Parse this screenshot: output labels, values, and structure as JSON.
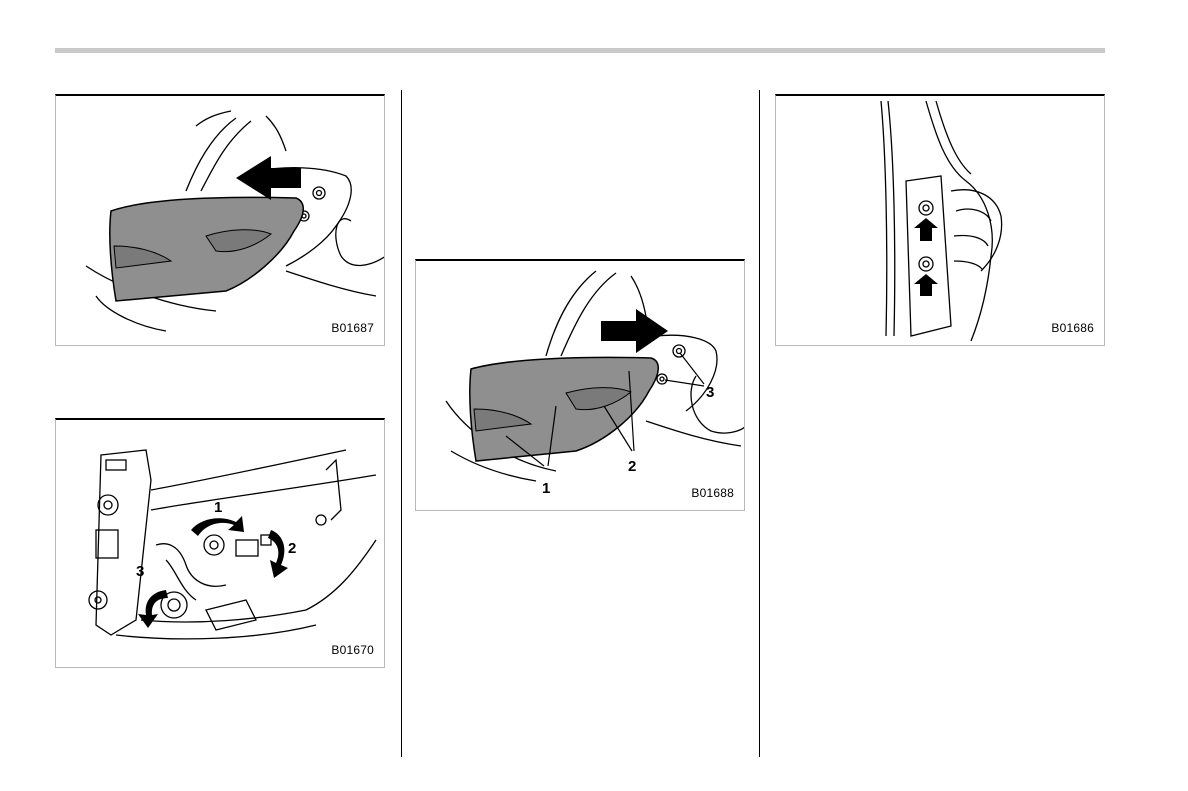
{
  "figures": [
    {
      "code": "B01687"
    },
    {
      "code": "B01670",
      "callouts": [
        "1",
        "2",
        "3"
      ]
    },
    {
      "code": "B01688",
      "callouts": [
        "1",
        "2",
        "3"
      ]
    },
    {
      "code": "B01686"
    }
  ]
}
